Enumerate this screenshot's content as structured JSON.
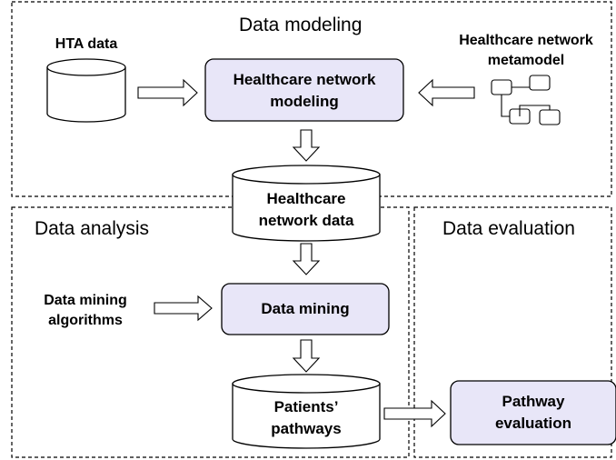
{
  "sections": {
    "modeling": "Data modeling",
    "analysis": "Data analysis",
    "evaluation": "Data evaluation"
  },
  "inputs": {
    "hta": "HTA data",
    "metamodel_line1": "Healthcare network",
    "metamodel_line2": "metamodel",
    "algorithms_line1": "Data mining",
    "algorithms_line2": "algorithms"
  },
  "processes": {
    "network_modeling_line1": "Healthcare network",
    "network_modeling_line2": "modeling",
    "data_mining": "Data mining",
    "pathway_eval_line1": "Pathway",
    "pathway_eval_line2": "evaluation"
  },
  "stores": {
    "network_data_line1": "Healthcare",
    "network_data_line2": "network data",
    "pathways_line1": "Patients’",
    "pathways_line2": "pathways"
  },
  "colors": {
    "process_fill": "#e8e6f8",
    "store_fill": "#ffffff",
    "stroke": "#000000"
  }
}
